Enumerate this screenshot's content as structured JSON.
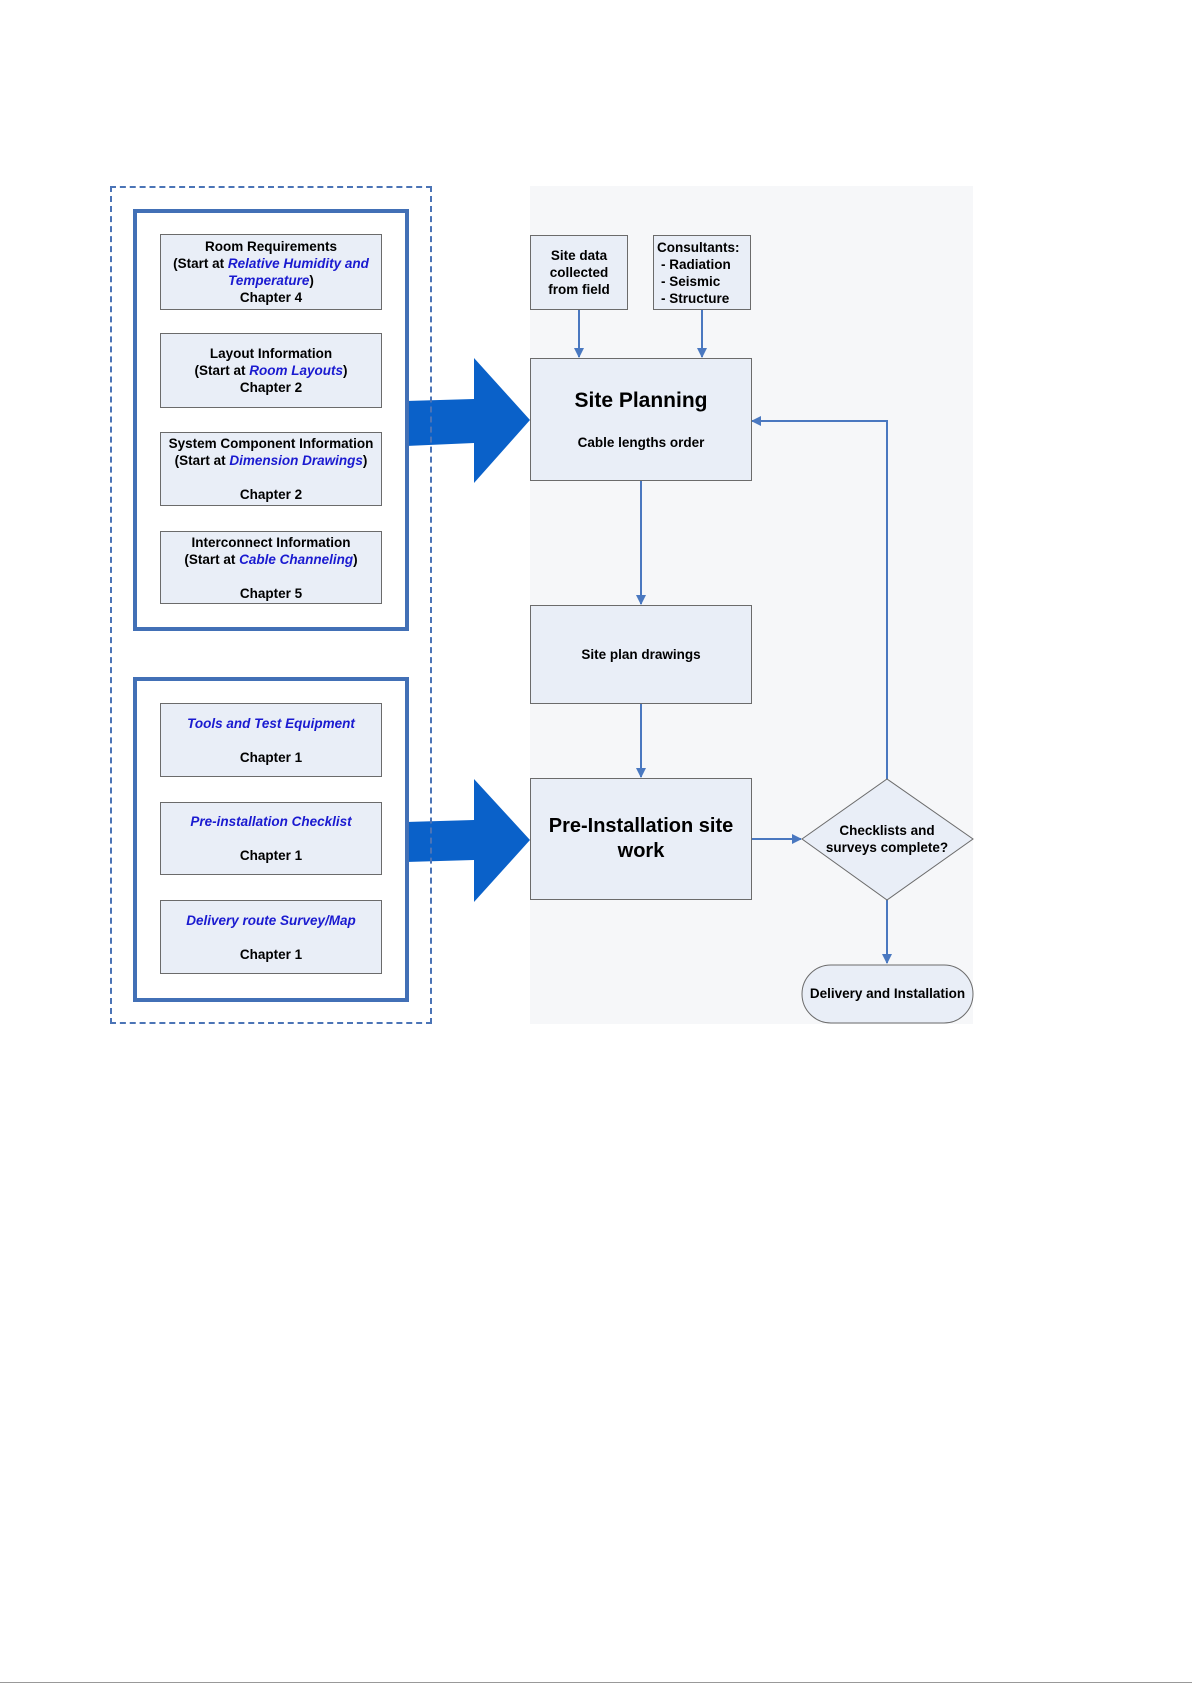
{
  "inputs": {
    "site_data": [
      "Site data",
      "collected",
      "from field"
    ],
    "consultants": [
      "Consultants:",
      "- Radiation",
      "- Seismic",
      "- Structure"
    ]
  },
  "process": {
    "site_planning": {
      "title": "Site Planning",
      "subtitle": "Cable lengths order"
    },
    "site_plan_drawings": "Site plan drawings",
    "pre_install": [
      "Pre-Installation site",
      "work"
    ],
    "decision": [
      "Checklists and",
      "surveys complete?"
    ],
    "terminal": "Delivery and Installation"
  },
  "planning_docs": [
    {
      "title": "Room Requirements",
      "start_prefix": "(Start at ",
      "ref_line1": "Relative Humidity and",
      "ref_line2": "Temperature",
      "start_suffix": ")",
      "chapter": "Chapter 4"
    },
    {
      "title": "Layout Information",
      "start_prefix": "(Start at ",
      "ref": "Room Layouts",
      "start_suffix": ")",
      "chapter": "Chapter 2"
    },
    {
      "title": "System Component Information",
      "start_prefix": "(Start at ",
      "ref": "Dimension Drawings",
      "start_suffix": ")",
      "chapter": "Chapter 2"
    },
    {
      "title": "Interconnect Information",
      "start_prefix": "(Start at ",
      "ref": "Cable Channeling",
      "start_suffix": ")",
      "chapter": "Chapter 5"
    }
  ],
  "preinstall_docs": [
    {
      "ref": "Tools and Test Equipment",
      "chapter": "Chapter 1"
    },
    {
      "ref": "Pre-installation Checklist",
      "chapter": "Chapter 1"
    },
    {
      "ref": "Delivery route Survey/Map",
      "chapter": "Chapter 1"
    }
  ],
  "colors": {
    "box_fill": "#e9eef7",
    "connector": "#4a78c0",
    "big_arrow": "#0a61c9",
    "group_border": "#4270b6",
    "reference_text": "#1a1ad0"
  }
}
